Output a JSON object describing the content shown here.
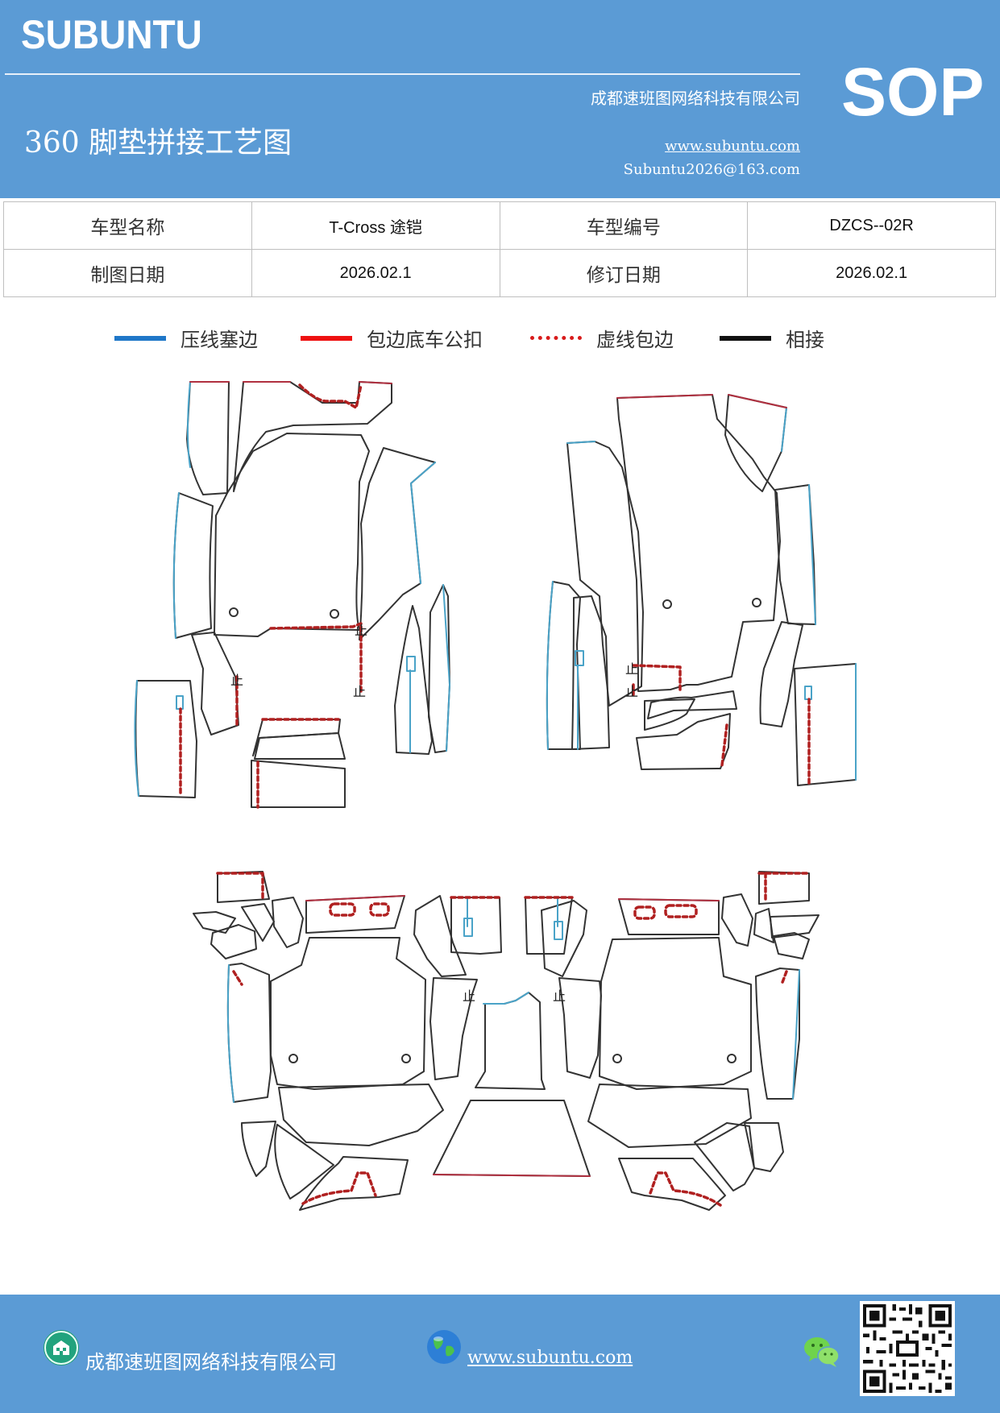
{
  "header": {
    "brand": "SUBUNTU",
    "company": "成都速班图网络科技有限公司",
    "title": "360 脚垫拼接工艺图",
    "website": "www.subuntu.com",
    "email": "Subuntu2026@163.com",
    "badge": "SOP"
  },
  "info": {
    "model_name_label": "车型名称",
    "model_name_value": "T-Cross  途铠",
    "model_code_label": "车型编号",
    "model_code_value": "DZCS--02R",
    "draw_date_label": "制图日期",
    "draw_date_value": "2026.02.1",
    "revise_date_label": "修订日期",
    "revise_date_value": "2026.02.1"
  },
  "legend": [
    {
      "label": "压线塞边",
      "color": "#1f77c8",
      "style": "solid"
    },
    {
      "label": "包边底车公扣",
      "color": "#ee1111",
      "style": "solid"
    },
    {
      "label": "虚线包边",
      "color": "#d81b1b",
      "style": "dotted"
    },
    {
      "label": "相接",
      "color": "#111111",
      "style": "solid"
    }
  ],
  "drawing": {
    "stop_mark": "止",
    "colors": {
      "outline": "#333333",
      "blue": "#4aa3c8",
      "red": "#b03040",
      "dash": "#b02020"
    }
  },
  "footer": {
    "company": "成都速班图网络科技有限公司",
    "website": "www.subuntu.com ",
    "icons": [
      "building-icon",
      "globe-icon",
      "wechat-icon",
      "qr-code"
    ]
  }
}
